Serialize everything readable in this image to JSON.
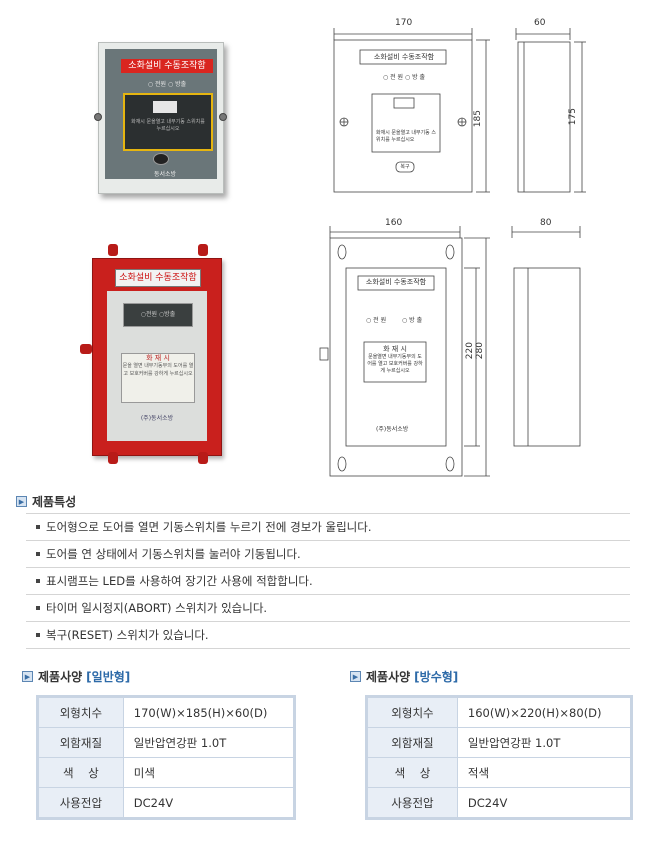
{
  "photo_general": {
    "label": "소화설비 수동조작함",
    "lamps": "○ 전원   ○ 방출",
    "window_text": "화재시 문을열고 내부기동 스위치를 누르십시오",
    "logo": "동서소방"
  },
  "photo_waterproof": {
    "label": "소화설비 수동조작함",
    "lamps": "○전원  ○방출",
    "note_title": "화 재 시",
    "note_body": "문을 열면 내부기동부의 도어를 열고 보호커버를 강하게 누르십시오",
    "logo": "(주)동서소방"
  },
  "drawing_general": {
    "width": "170",
    "height": "185",
    "depth": "60",
    "depth_height": "175",
    "label": "소화설비 수동조작함",
    "lamps": "○ 전 원   ○ 방 출",
    "note": "화재시 문을열고 내부기동 스위치를 누르십시오",
    "reset": "복구"
  },
  "drawing_waterproof": {
    "width": "160",
    "depth": "80",
    "height_inner": "220",
    "height_outer": "280",
    "label": "소화설비 수동조작함",
    "lamp_power": "○ 전 원",
    "lamp_release": "○ 방 출",
    "note_title": "화 재 시",
    "note_body": "문을열면 내부기동부의 도어를 열고 보호커버를 강하게 누르십시오",
    "logo": "(주)동서소방"
  },
  "features": {
    "title": "제품특성",
    "items": [
      "도어형으로 도어를 열면 기동스위치를 누르기 전에 경보가 울립니다.",
      "도어를 연 상태에서 기동스위치를 눌러야 기동됩니다.",
      "표시램프는 LED를 사용하여 장기간 사용에 적합합니다.",
      "타이머 일시정지(ABORT) 스위치가 있습니다.",
      "복구(RESET) 스위치가 있습니다."
    ]
  },
  "spec_general": {
    "title": "제품사양",
    "type": "[일반형]",
    "rows": [
      {
        "key": "외형치수",
        "value": "170(W)×185(H)×60(D)"
      },
      {
        "key": "외함재질",
        "value": "일반압연강판 1.0T"
      },
      {
        "key": "색    상",
        "value": "미색"
      },
      {
        "key": "사용전압",
        "value": "DC24V"
      }
    ]
  },
  "spec_waterproof": {
    "title": "제품사양",
    "type": "[방수형]",
    "rows": [
      {
        "key": "외형치수",
        "value": "160(W)×220(H)×80(D)"
      },
      {
        "key": "외함재질",
        "value": "일반압연강판 1.0T"
      },
      {
        "key": "색    상",
        "value": "적색"
      },
      {
        "key": "사용전압",
        "value": "DC24V"
      }
    ]
  },
  "colors": {
    "accent_blue": "#2d6aa8",
    "label_red": "#d9251f",
    "box_red": "#c9201d"
  }
}
